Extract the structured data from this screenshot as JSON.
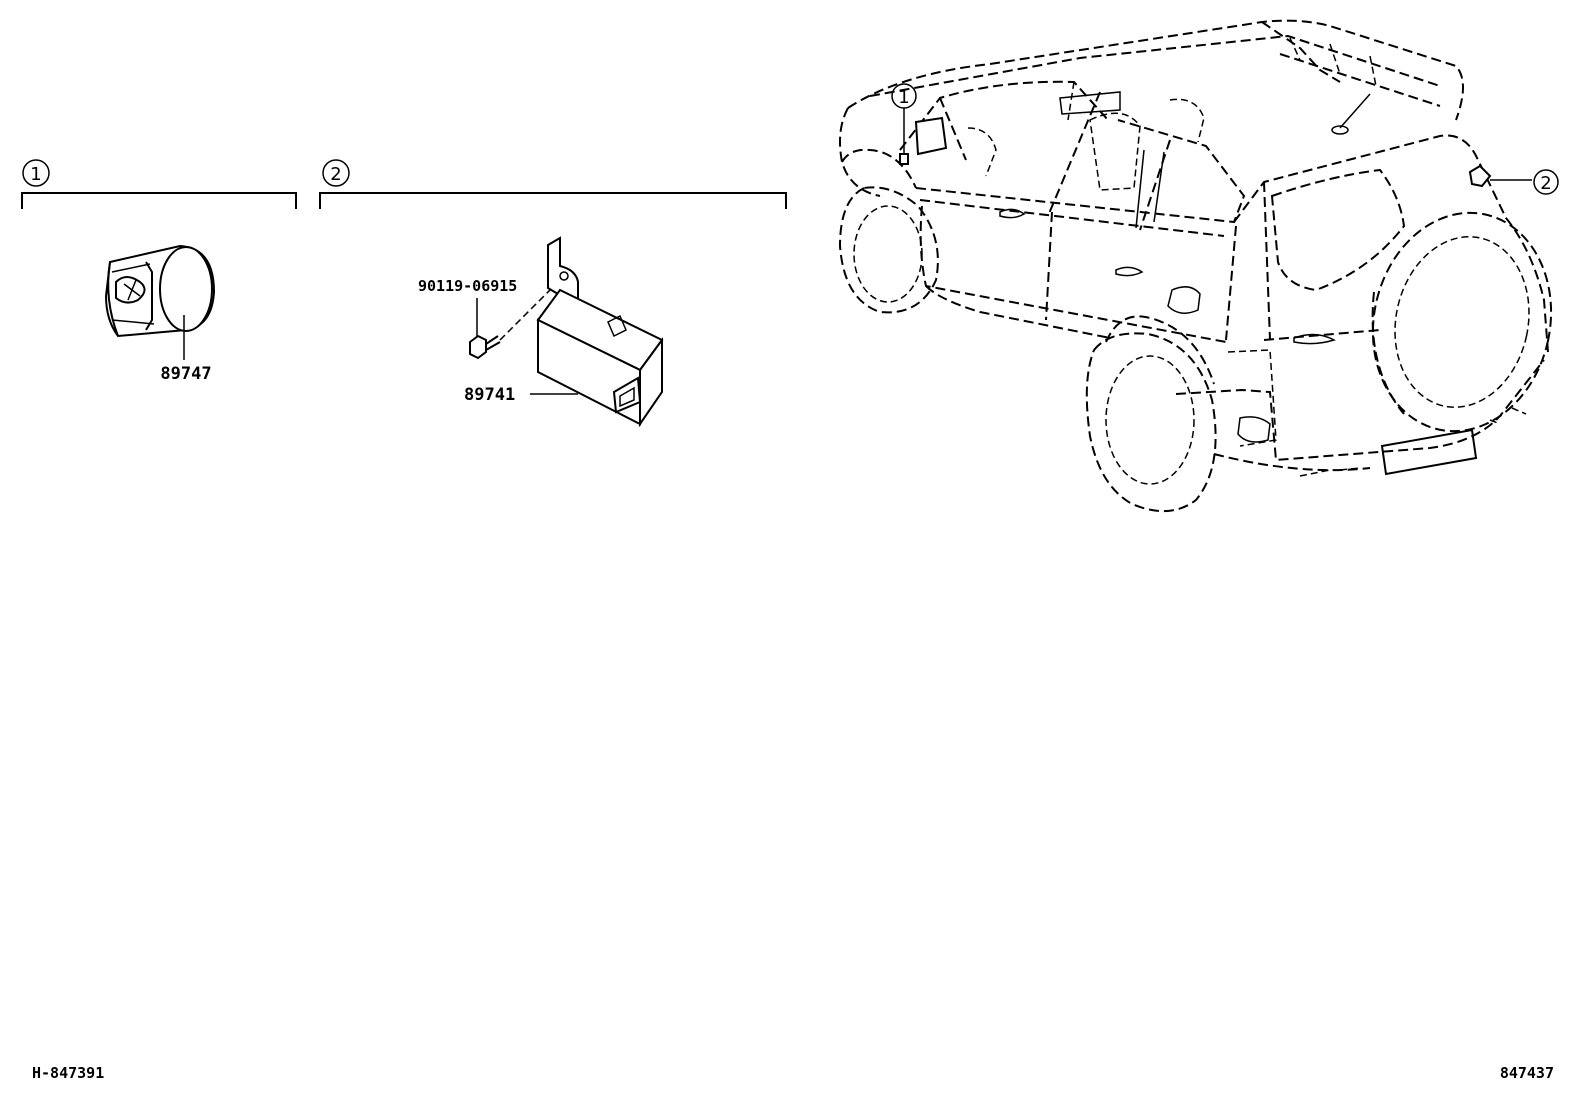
{
  "groups": [
    {
      "index_label": "1",
      "part_number": "89747"
    },
    {
      "index_label": "2",
      "part_number": "89741",
      "bolt_part_number": "90119-06915"
    }
  ],
  "vehicle_callouts": [
    "1",
    "2"
  ],
  "footer": {
    "illustration_code": "H-847391",
    "reference_code": "847437"
  }
}
